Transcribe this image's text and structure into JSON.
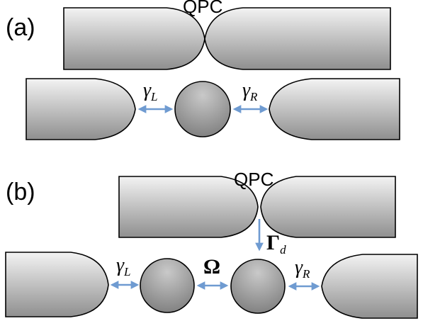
{
  "panels": {
    "a": {
      "label": "(a)",
      "qpc_label": "QPC",
      "gamma_left": {
        "symbol": "γ",
        "subscript": "L"
      },
      "gamma_right": {
        "symbol": "γ",
        "subscript": "R"
      }
    },
    "b": {
      "label": "(b)",
      "qpc_label": "QPC",
      "gamma_left": {
        "symbol": "γ",
        "subscript": "L"
      },
      "omega": "Ω",
      "gamma_right": {
        "symbol": "γ",
        "subscript": "R"
      },
      "dephasing": {
        "symbol": "Γ",
        "subscript": "d"
      }
    }
  },
  "colors": {
    "arrow": "#6f9bd1",
    "shape_light": "#f2f2f2",
    "shape_dark": "#8c8c8c",
    "outline": "#000000"
  }
}
